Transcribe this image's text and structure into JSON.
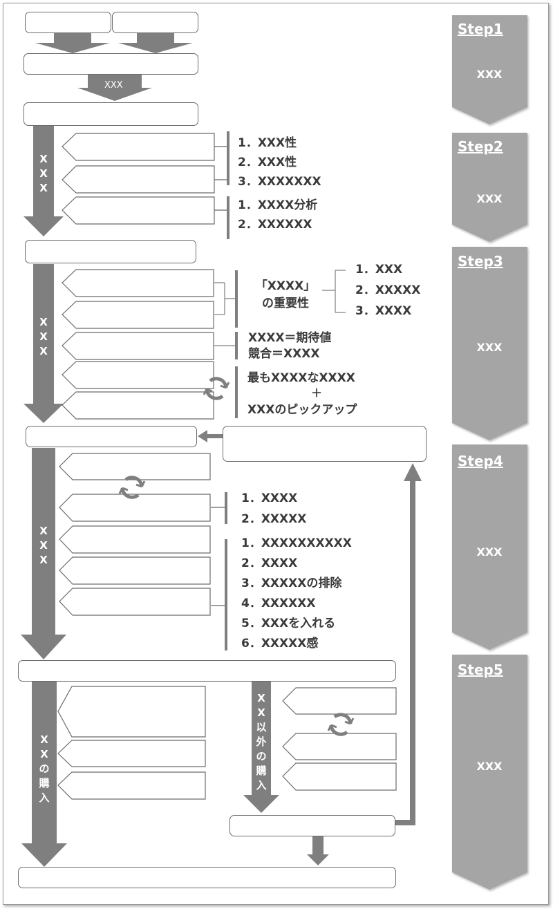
{
  "steps": [
    {
      "title": "Step1",
      "subtitle": "XXX"
    },
    {
      "title": "Step2",
      "subtitle": "XXX"
    },
    {
      "title": "Step3",
      "subtitle": "XXX"
    },
    {
      "title": "Step4",
      "subtitle": "XXX"
    },
    {
      "title": "Step5",
      "subtitle": "XXX"
    }
  ],
  "flow": {
    "top_arrow_label": "XXX",
    "stage2_label": "X\nX\nX",
    "stage3_label": "X\nX\nX",
    "stage4_label": "X\nX\nX",
    "purchase_label": "X\nX\nの\n購\n入",
    "other_purchase_label": "X\nX\n以\n外\nの\n購\n入"
  },
  "stage2": {
    "list_a": [
      "1．XXX性",
      "2．XXX性",
      "3．XXXXXXX"
    ],
    "list_b": [
      "1．XXXX分析",
      "2．XXXXXX"
    ]
  },
  "stage3": {
    "importance_lines": [
      "「XXXX」",
      "の重要性"
    ],
    "importance_items": [
      "1．XXX",
      "2．XXXXX",
      "3．XXXX"
    ],
    "value_lines": [
      "XXXX＝期待値",
      "競合＝XXXX"
    ],
    "pickup_line1": "最もXXXXなXXXX",
    "pickup_plus": "＋",
    "pickup_line2": "XXXのピックアップ"
  },
  "stage4": {
    "list_a": [
      "1．XXXX",
      "2．XXXXX"
    ],
    "list_b": [
      "1．XXXXXXXXXX",
      "2．XXXX",
      "3．XXXXXの排除",
      "4．XXXXXX",
      "5．XXXを入れる",
      "6．XXXXX感"
    ]
  },
  "colors": {
    "arrow": "#7f7f7f",
    "step": "#a5a5a5",
    "border": "#6b6b6b",
    "text": "#3a3a3a"
  }
}
